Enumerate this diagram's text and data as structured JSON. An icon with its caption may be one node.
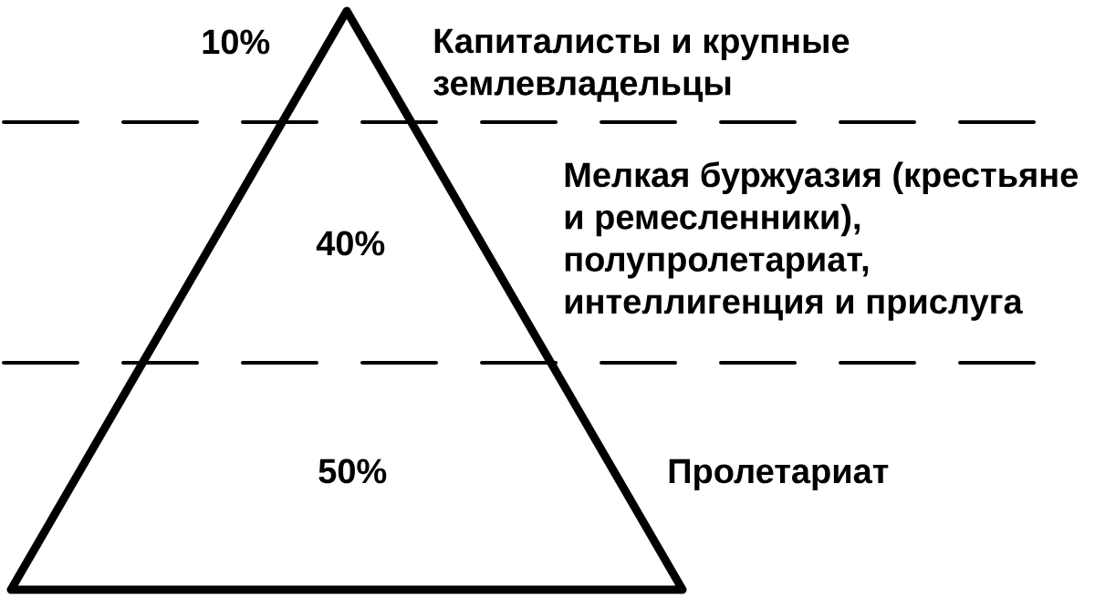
{
  "diagram": {
    "nodes": [
      {
        "text": [
          "10%"
        ],
        "beside": [
          "Капиталисты и крупные землевладельцы"
        ]
      },
      {
        "text": [
          "40%"
        ],
        "beside": [
          "Мелкая буржуазия (крестьяне и ремесленники), полупролетариат, интеллигенция и прислуга"
        ]
      },
      {
        "text": [
          "50%"
        ],
        "beside": [
          "Пролетариат"
        ]
      }
    ]
  }
}
